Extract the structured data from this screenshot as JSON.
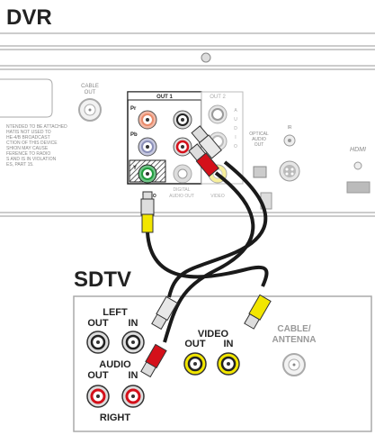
{
  "titles": {
    "dvr": "DVR",
    "sdtv": "SDTV"
  },
  "dvr_panel": {
    "cable_out": [
      "CABLE",
      "OUT"
    ],
    "warning_lines": [
      "NTENDED TO BE ATTACHED",
      "HATIS NOT USED TO",
      "HE-4/B BROADCAST",
      "CTION OF THIS DEVICE",
      "SHION MAY CAUSE",
      "FERENCE TO RADIO",
      "S AND IS IN VIOLATION",
      "ES, PART 15."
    ],
    "out1": "OUT 1",
    "out2": "OUT 2",
    "pr": "Pr",
    "pb": "Pb",
    "y": "Y",
    "audio_vertical": [
      "A",
      "U",
      "D",
      "I",
      "O"
    ],
    "digital_audio_out": [
      "DIGITAL",
      "AUDIO OUT"
    ],
    "video": "VIDEO",
    "video_out1": "VIDEO",
    "optical_audio_out": [
      "OPTICAL",
      "AUDIO",
      "OUT"
    ],
    "ir": "IR",
    "hdmi": "HDMI"
  },
  "tv_panel": {
    "left": "LEFT",
    "out_l": "OUT",
    "in_l": "IN",
    "audio": "AUDIO",
    "out_r": "OUT",
    "in_r": "IN",
    "right": "RIGHT",
    "video": "VIDEO",
    "video_out": "OUT",
    "video_in": "IN",
    "cable_antenna": [
      "CABLE/",
      "ANTENNA"
    ]
  },
  "colors": {
    "cable": "#1a1a1a",
    "yellow": "#f2e600",
    "red": "#d4101a",
    "white": "#e8e8e8",
    "green": "#1f9a3a",
    "panel_gray": "#9a9a9a",
    "jack_blue": "#8a8fb8",
    "jack_orange": "#e88a6a"
  }
}
